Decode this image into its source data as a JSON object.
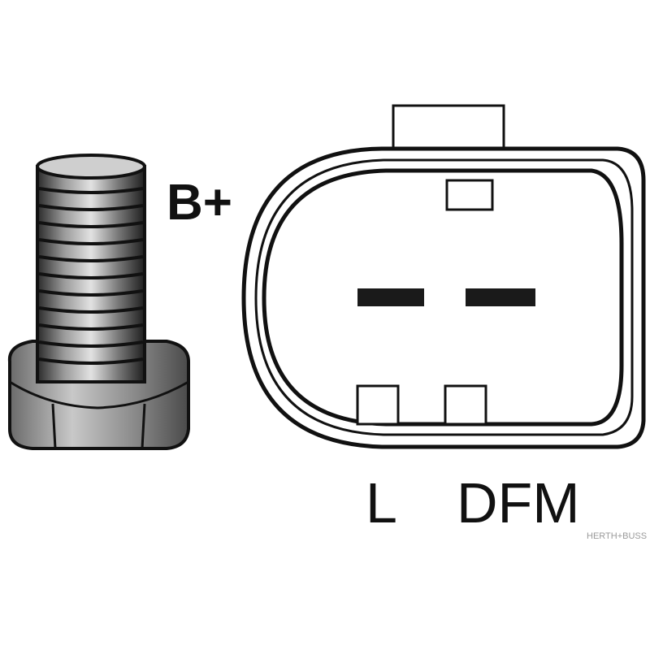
{
  "labels": {
    "b_plus": "B+",
    "pin_l": "L",
    "pin_dfm": "DFM"
  },
  "watermark": {
    "text": "HERTH+BUSS"
  },
  "colors": {
    "ink": "#111111",
    "background": "#ffffff",
    "watermark": "#9a9a9a"
  }
}
